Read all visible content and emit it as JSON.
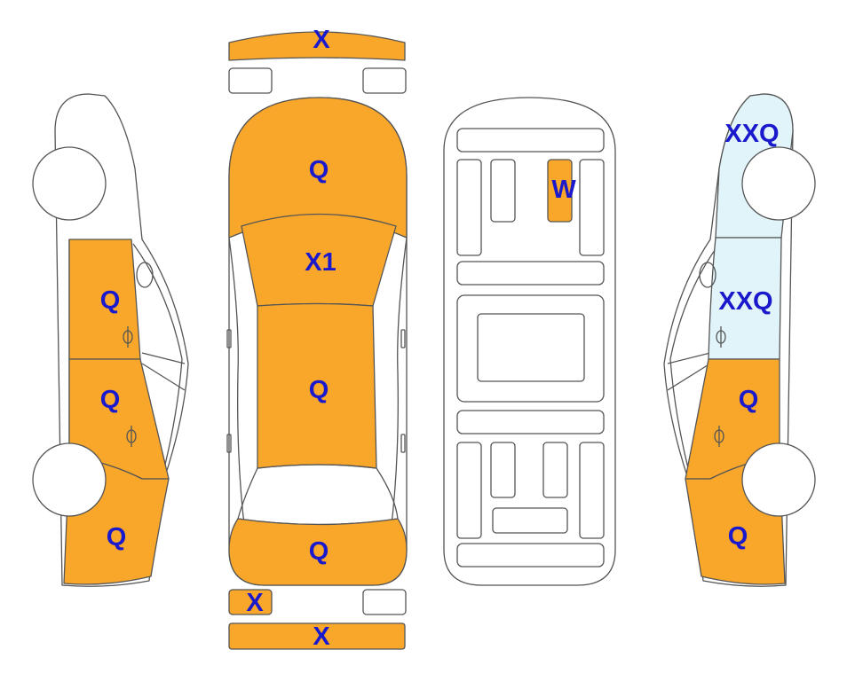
{
  "colors": {
    "damaged": "#F9A72B",
    "light": "#E1F4FA",
    "none": "#FFFFFF",
    "code_text": "#1A1ACC",
    "outline": "#555555"
  },
  "legend_colors_by_code": {
    "Q": "damaged",
    "X": "damaged",
    "X1": "damaged",
    "W": "damaged",
    "XXQ": "light"
  },
  "left_side": {
    "front_door": {
      "code": "Q"
    },
    "rear_door": {
      "code": "Q"
    },
    "rear_quarter": {
      "code": "Q"
    }
  },
  "top_view": {
    "front_bumper": {
      "code": "X"
    },
    "front_lamp_left": {
      "code": ""
    },
    "front_lamp_right": {
      "code": ""
    },
    "hood": {
      "code": "Q"
    },
    "windshield": {
      "code": "X1"
    },
    "roof": {
      "code": "Q"
    },
    "trunk": {
      "code": "Q"
    },
    "rear_lamp_left": {
      "code": "X"
    },
    "rear_lamp_right": {
      "code": ""
    },
    "rear_bumper": {
      "code": "X"
    }
  },
  "underbody": {
    "floor_panel": {
      "code": "W"
    }
  },
  "right_side": {
    "front_fender": {
      "code": "XXQ"
    },
    "front_door": {
      "code": "XXQ"
    },
    "rear_door": {
      "code": "Q"
    },
    "rear_quarter": {
      "code": "Q"
    }
  }
}
